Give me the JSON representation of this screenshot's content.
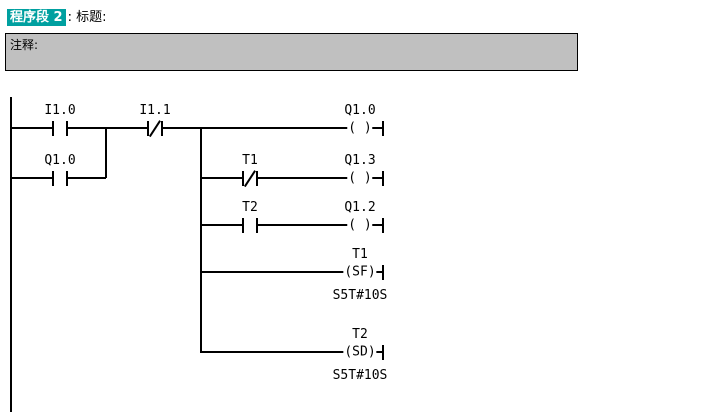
{
  "header": {
    "network_label": "程序段 2",
    "title_suffix": ": 标题:"
  },
  "comment": {
    "label": "注释:"
  },
  "ladder": {
    "coil_symbol": "( )",
    "rung1": {
      "contact1": "I1.0",
      "contact2": "I1.1",
      "coil": "Q1.0"
    },
    "parallel": {
      "contact": "Q1.0"
    },
    "rung2": {
      "contact": "T1",
      "coil": "Q1.3"
    },
    "rung3": {
      "contact": "T2",
      "coil": "Q1.2"
    },
    "rung4": {
      "label": "T1",
      "symbol": "(SF)",
      "time": "S5T#10S"
    },
    "rung5": {
      "label": "T2",
      "symbol": "(SD)",
      "time": "S5T#10S"
    }
  },
  "colors": {
    "header_highlight": "#00A0A0",
    "header_text": "#FFFFFF",
    "comment_bg": "#C0C0C0",
    "line_color": "#000000",
    "background": "#FFFFFF"
  }
}
